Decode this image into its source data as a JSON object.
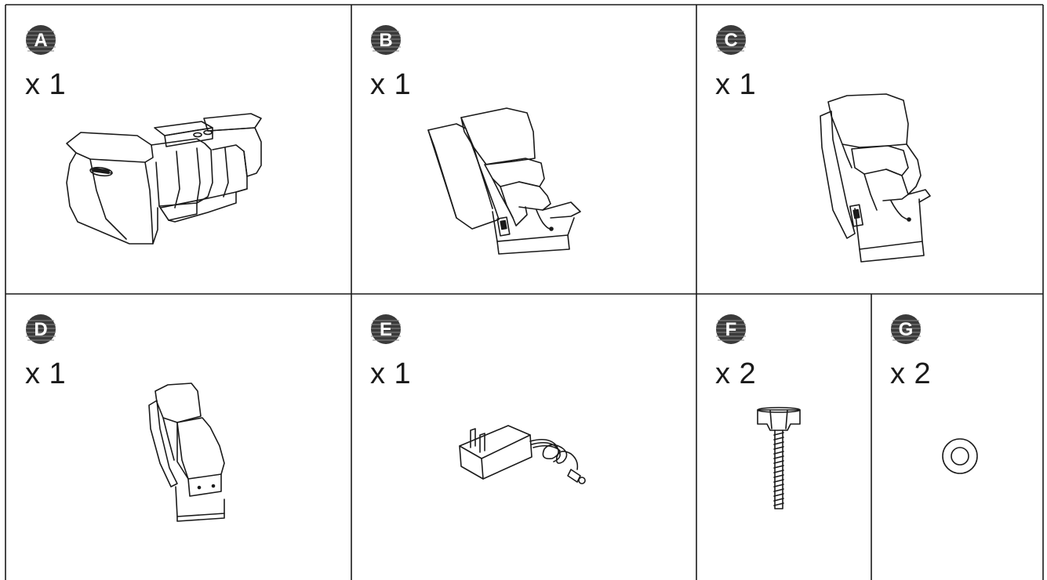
{
  "parts": [
    {
      "letter": "A",
      "quantity": "x 1",
      "icon": "power-reclining-console-sofa-icon"
    },
    {
      "letter": "B",
      "quantity": "x 1",
      "icon": "power-recliner-seat-section-icon"
    },
    {
      "letter": "C",
      "quantity": "x 1",
      "icon": "recliner-seat-section-icon"
    },
    {
      "letter": "D",
      "quantity": "x 1",
      "icon": "armless-chair-section-icon"
    },
    {
      "letter": "E",
      "quantity": "x 1",
      "icon": "power-adapter-icon"
    },
    {
      "letter": "F",
      "quantity": "x 2",
      "icon": "bolt-with-knob-icon"
    },
    {
      "letter": "G",
      "quantity": "x 2",
      "icon": "washer-icon"
    }
  ],
  "colors": {
    "line": "#1a1a1a",
    "badge_fill": "#3a3a3a",
    "background": "#ffffff"
  }
}
